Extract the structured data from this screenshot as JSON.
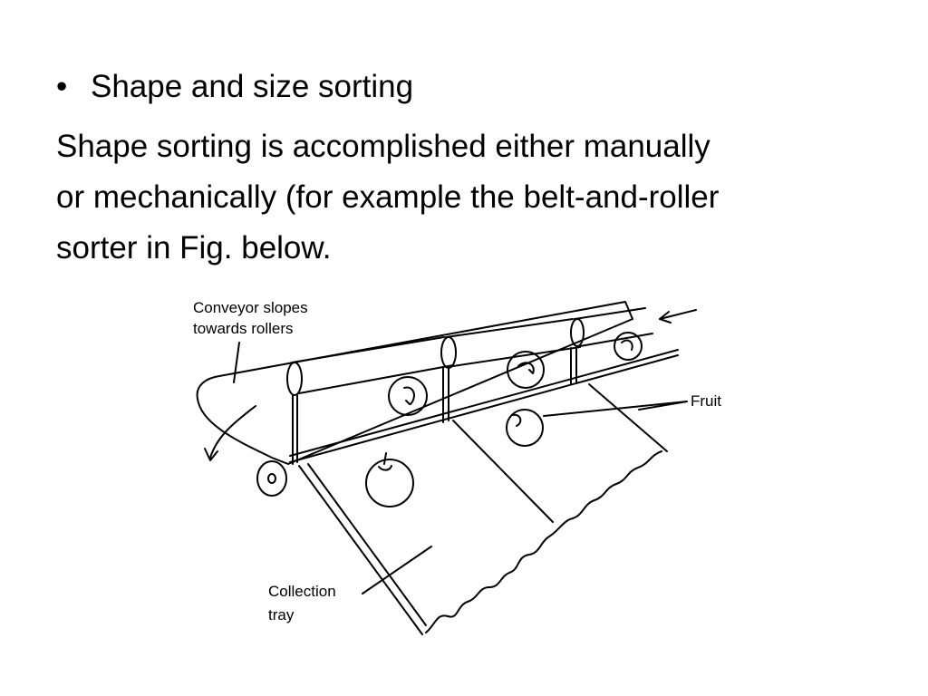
{
  "slide": {
    "bullet": "•",
    "heading": "Shape and size sorting",
    "body_lines": [
      "Shape sorting is accomplished either manually",
      "or mechanically (for example the belt-and-roller",
      "sorter in Fig. below."
    ]
  },
  "figure": {
    "labels": {
      "conveyor_line1": "Conveyor slopes",
      "conveyor_line2": "towards rollers",
      "fruit": "Fruit",
      "tray_line1": "Collection",
      "tray_line2": "tray"
    }
  }
}
